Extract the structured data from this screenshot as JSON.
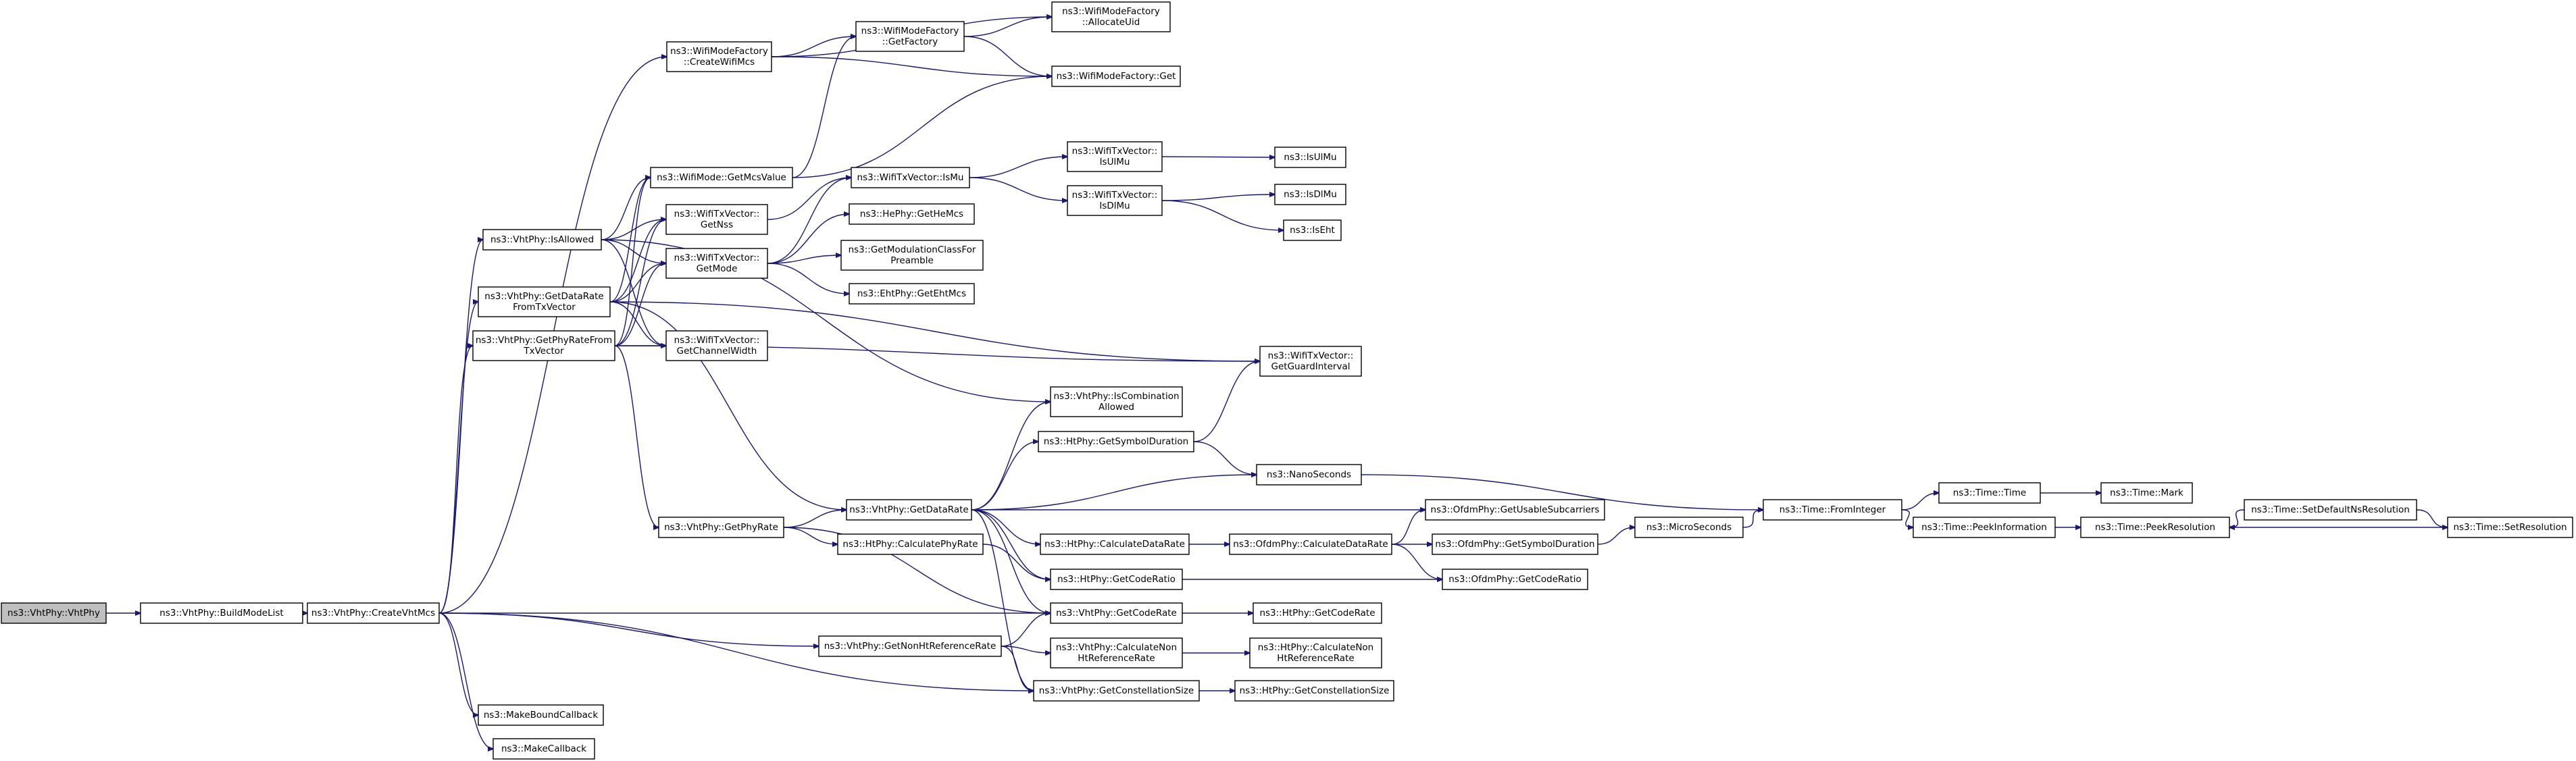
{
  "nodes": {
    "vhtphy_ctor": "ns3::VhtPhy::VhtPhy",
    "build_mode_list": "ns3::VhtPhy::BuildModeList",
    "create_vht_mcs": "ns3::VhtPhy::CreateVhtMcs",
    "create_wifi_mcs": [
      "ns3::WifiModeFactory",
      "::CreateWifiMcs"
    ],
    "get_factory": [
      "ns3::WifiModeFactory",
      "::GetFactory"
    ],
    "allocate_uid": [
      "ns3::WifiModeFactory",
      "::AllocateUid"
    ],
    "wifi_mode_factory_get": "ns3::WifiModeFactory::Get",
    "get_mcs_value": "ns3::WifiMode::GetMcsValue",
    "is_allowed": "ns3::VhtPhy::IsAllowed",
    "get_nss": [
      "ns3::WifiTxVector::",
      "GetNss"
    ],
    "get_mode": [
      "ns3::WifiTxVector::",
      "GetMode"
    ],
    "get_channel_width": [
      "ns3::WifiTxVector::",
      "GetChannelWidth"
    ],
    "get_data_rate_from_txvector": [
      "ns3::VhtPhy::GetDataRate",
      "FromTxVector"
    ],
    "get_phy_rate_from_txvector": [
      "ns3::VhtPhy::GetPhyRateFrom",
      "TxVector"
    ],
    "is_mu": "ns3::WifiTxVector::IsMu",
    "is_ul_mu": [
      "ns3::WifiTxVector::",
      "IsUlMu"
    ],
    "ns3_is_ul_mu": "ns3::IsUlMu",
    "is_dl_mu": [
      "ns3::WifiTxVector::",
      "IsDlMu"
    ],
    "ns3_is_dl_mu": "ns3::IsDlMu",
    "ns3_is_eht": "ns3::IsEht",
    "get_he_mcs": "ns3::HePhy::GetHeMcs",
    "get_modulation_class": [
      "ns3::GetModulationClassFor",
      "Preamble"
    ],
    "get_eht_mcs": "ns3::EhtPhy::GetEhtMcs",
    "get_guard_interval": [
      "ns3::WifiTxVector::",
      "GetGuardInterval"
    ],
    "is_combination_allowed": [
      "ns3::VhtPhy::IsCombination",
      "Allowed"
    ],
    "ht_get_symbol_duration": "ns3::HtPhy::GetSymbolDuration",
    "nano_seconds": "ns3::NanoSeconds",
    "vht_get_data_rate": "ns3::VhtPhy::GetDataRate",
    "get_phy_rate": "ns3::VhtPhy::GetPhyRate",
    "ht_calculate_phy_rate": "ns3::HtPhy::CalculatePhyRate",
    "ht_calculate_data_rate": "ns3::HtPhy::CalculateDataRate",
    "ofdm_calculate_data_rate": "ns3::OfdmPhy::CalculateDataRate",
    "ofdm_get_usable_subcarriers": "ns3::OfdmPhy::GetUsableSubcarriers",
    "ofdm_get_symbol_duration": "ns3::OfdmPhy::GetSymbolDuration",
    "ofdm_get_code_ratio": "ns3::OfdmPhy::GetCodeRatio",
    "ht_get_code_ratio": "ns3::HtPhy::GetCodeRatio",
    "micro_seconds": "ns3::MicroSeconds",
    "time_from_integer": "ns3::Time::FromInteger",
    "time_ctor": "ns3::Time::Time",
    "time_mark": "ns3::Time::Mark",
    "time_peek_information": "ns3::Time::PeekInformation",
    "time_peek_resolution": "ns3::Time::PeekResolution",
    "time_set_default_ns_resolution": "ns3::Time::SetDefaultNsResolution",
    "time_set_resolution": "ns3::Time::SetResolution",
    "vht_get_code_rate": "ns3::VhtPhy::GetCodeRate",
    "ht_get_code_rate": "ns3::HtPhy::GetCodeRate",
    "get_non_ht_reference_rate": "ns3::VhtPhy::GetNonHtReferenceRate",
    "vht_calculate_non_ht_reference_rate": [
      "ns3::VhtPhy::CalculateNon",
      "HtReferenceRate"
    ],
    "ht_calculate_non_ht_reference_rate": [
      "ns3::HtPhy::CalculateNon",
      "HtReferenceRate"
    ],
    "vht_get_constellation_size": "ns3::VhtPhy::GetConstellationSize",
    "ht_get_constellation_size": "ns3::HtPhy::GetConstellationSize",
    "make_bound_callback": "ns3::MakeBoundCallback",
    "make_callback": "ns3::MakeCallback"
  },
  "colors": {
    "edge": "#191970",
    "root_fill": "#bfbfbf",
    "node_fill": "#ffffff",
    "node_border": "#000000"
  }
}
